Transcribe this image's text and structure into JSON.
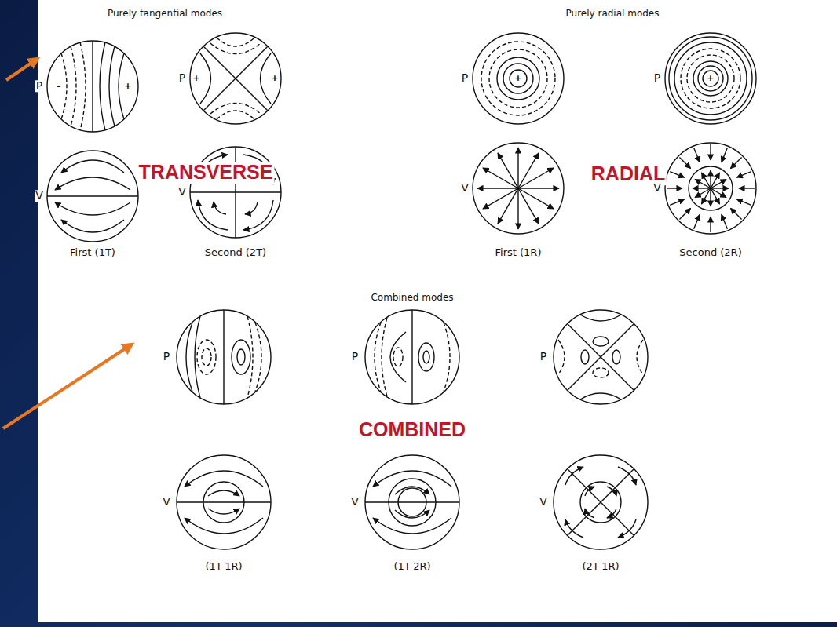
{
  "diagram": {
    "labels": [
      "Purely tangential modes",
      "Purely radial modes",
      "P",
      "-",
      "+",
      "P",
      "+",
      "+",
      "TRANSVERSE",
      "P",
      "+",
      "P",
      "+",
      "RADIAL",
      "V",
      "V",
      "V",
      "V",
      "First (1T)",
      "Second (2T)",
      "First (1R)",
      "Second (2R)",
      "Combined modes",
      "P",
      "P",
      "P",
      "COMBINED",
      "V",
      "V",
      "V",
      "(1T-1R)",
      "(1T-2R)",
      "(2T-1R)"
    ]
  }
}
